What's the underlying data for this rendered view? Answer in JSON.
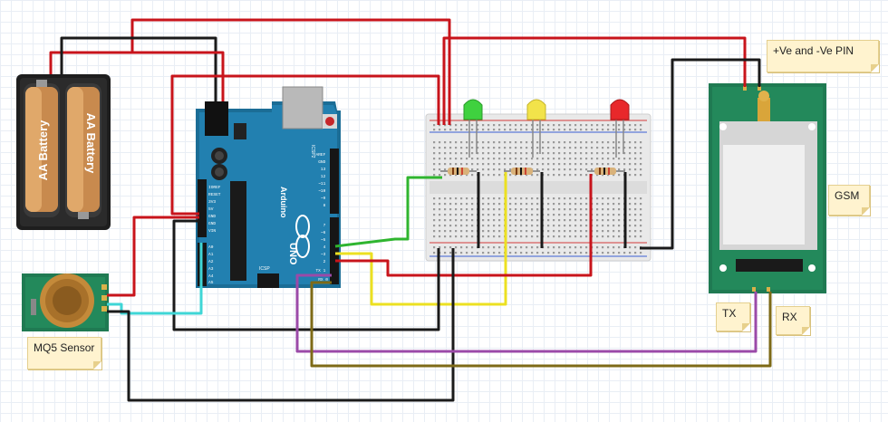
{
  "labels": {
    "battery_left": "AA Battery",
    "battery_right": "AA Battery",
    "sensor": "MQ5 Sensor",
    "gsm": "GSM",
    "power_pin": "+Ve and -Ve PIN",
    "tx": "TX",
    "rx": "RX"
  },
  "arduino": {
    "brand": "Arduino",
    "model": "UNO",
    "icsp": "ICSP",
    "icsp2": "ICSP2",
    "power_pins": [
      "IOREF",
      "RESET",
      "3V3",
      "5V",
      "GND",
      "GND",
      "VIN"
    ],
    "analog_pins": [
      "A0",
      "A1",
      "A2",
      "A3",
      "A4",
      "A5"
    ],
    "digital_pins": [
      "AREF",
      "GND",
      "13",
      "12",
      "~11",
      "~10",
      "~9",
      "8",
      "7",
      "~6",
      "~5",
      "4",
      "~3",
      "2",
      "TX 1",
      "RX 0"
    ]
  },
  "leds": [
    {
      "color": "green",
      "hex": "#3fd13f"
    },
    {
      "color": "yellow",
      "hex": "#f2e34a"
    },
    {
      "color": "red",
      "hex": "#e8282b"
    }
  ],
  "wire_colors": {
    "red": "#c8141b",
    "black": "#1a1a1a",
    "green": "#2fb52f",
    "yellow": "#ece021",
    "purple": "#9b4aa8",
    "olive": "#7d6a17",
    "cyan": "#3fd6d6"
  }
}
